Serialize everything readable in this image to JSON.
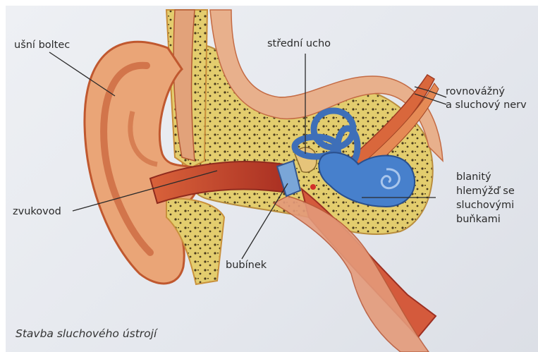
{
  "labels": {
    "outer_ear": "ušní boltec",
    "middle_ear": "střední ucho",
    "nerve_line1": "rovnovážný",
    "nerve_line2": "a sluchový nerv",
    "cochlea_line1": "blanitý",
    "cochlea_line2": "hlemýžď se",
    "cochlea_line3": "sluchovými",
    "cochlea_line4": "buňkami",
    "canal": "zvukovod",
    "eardrum": "bubínek"
  },
  "caption": "Stavba sluchového ústrojí",
  "colors": {
    "skin": "#e8a676",
    "skin_dark": "#c9653c",
    "flesh": "#c8442e",
    "bone": "#e7d27a",
    "cochlea": "#3f78c6",
    "background": "#e6e9ef"
  }
}
